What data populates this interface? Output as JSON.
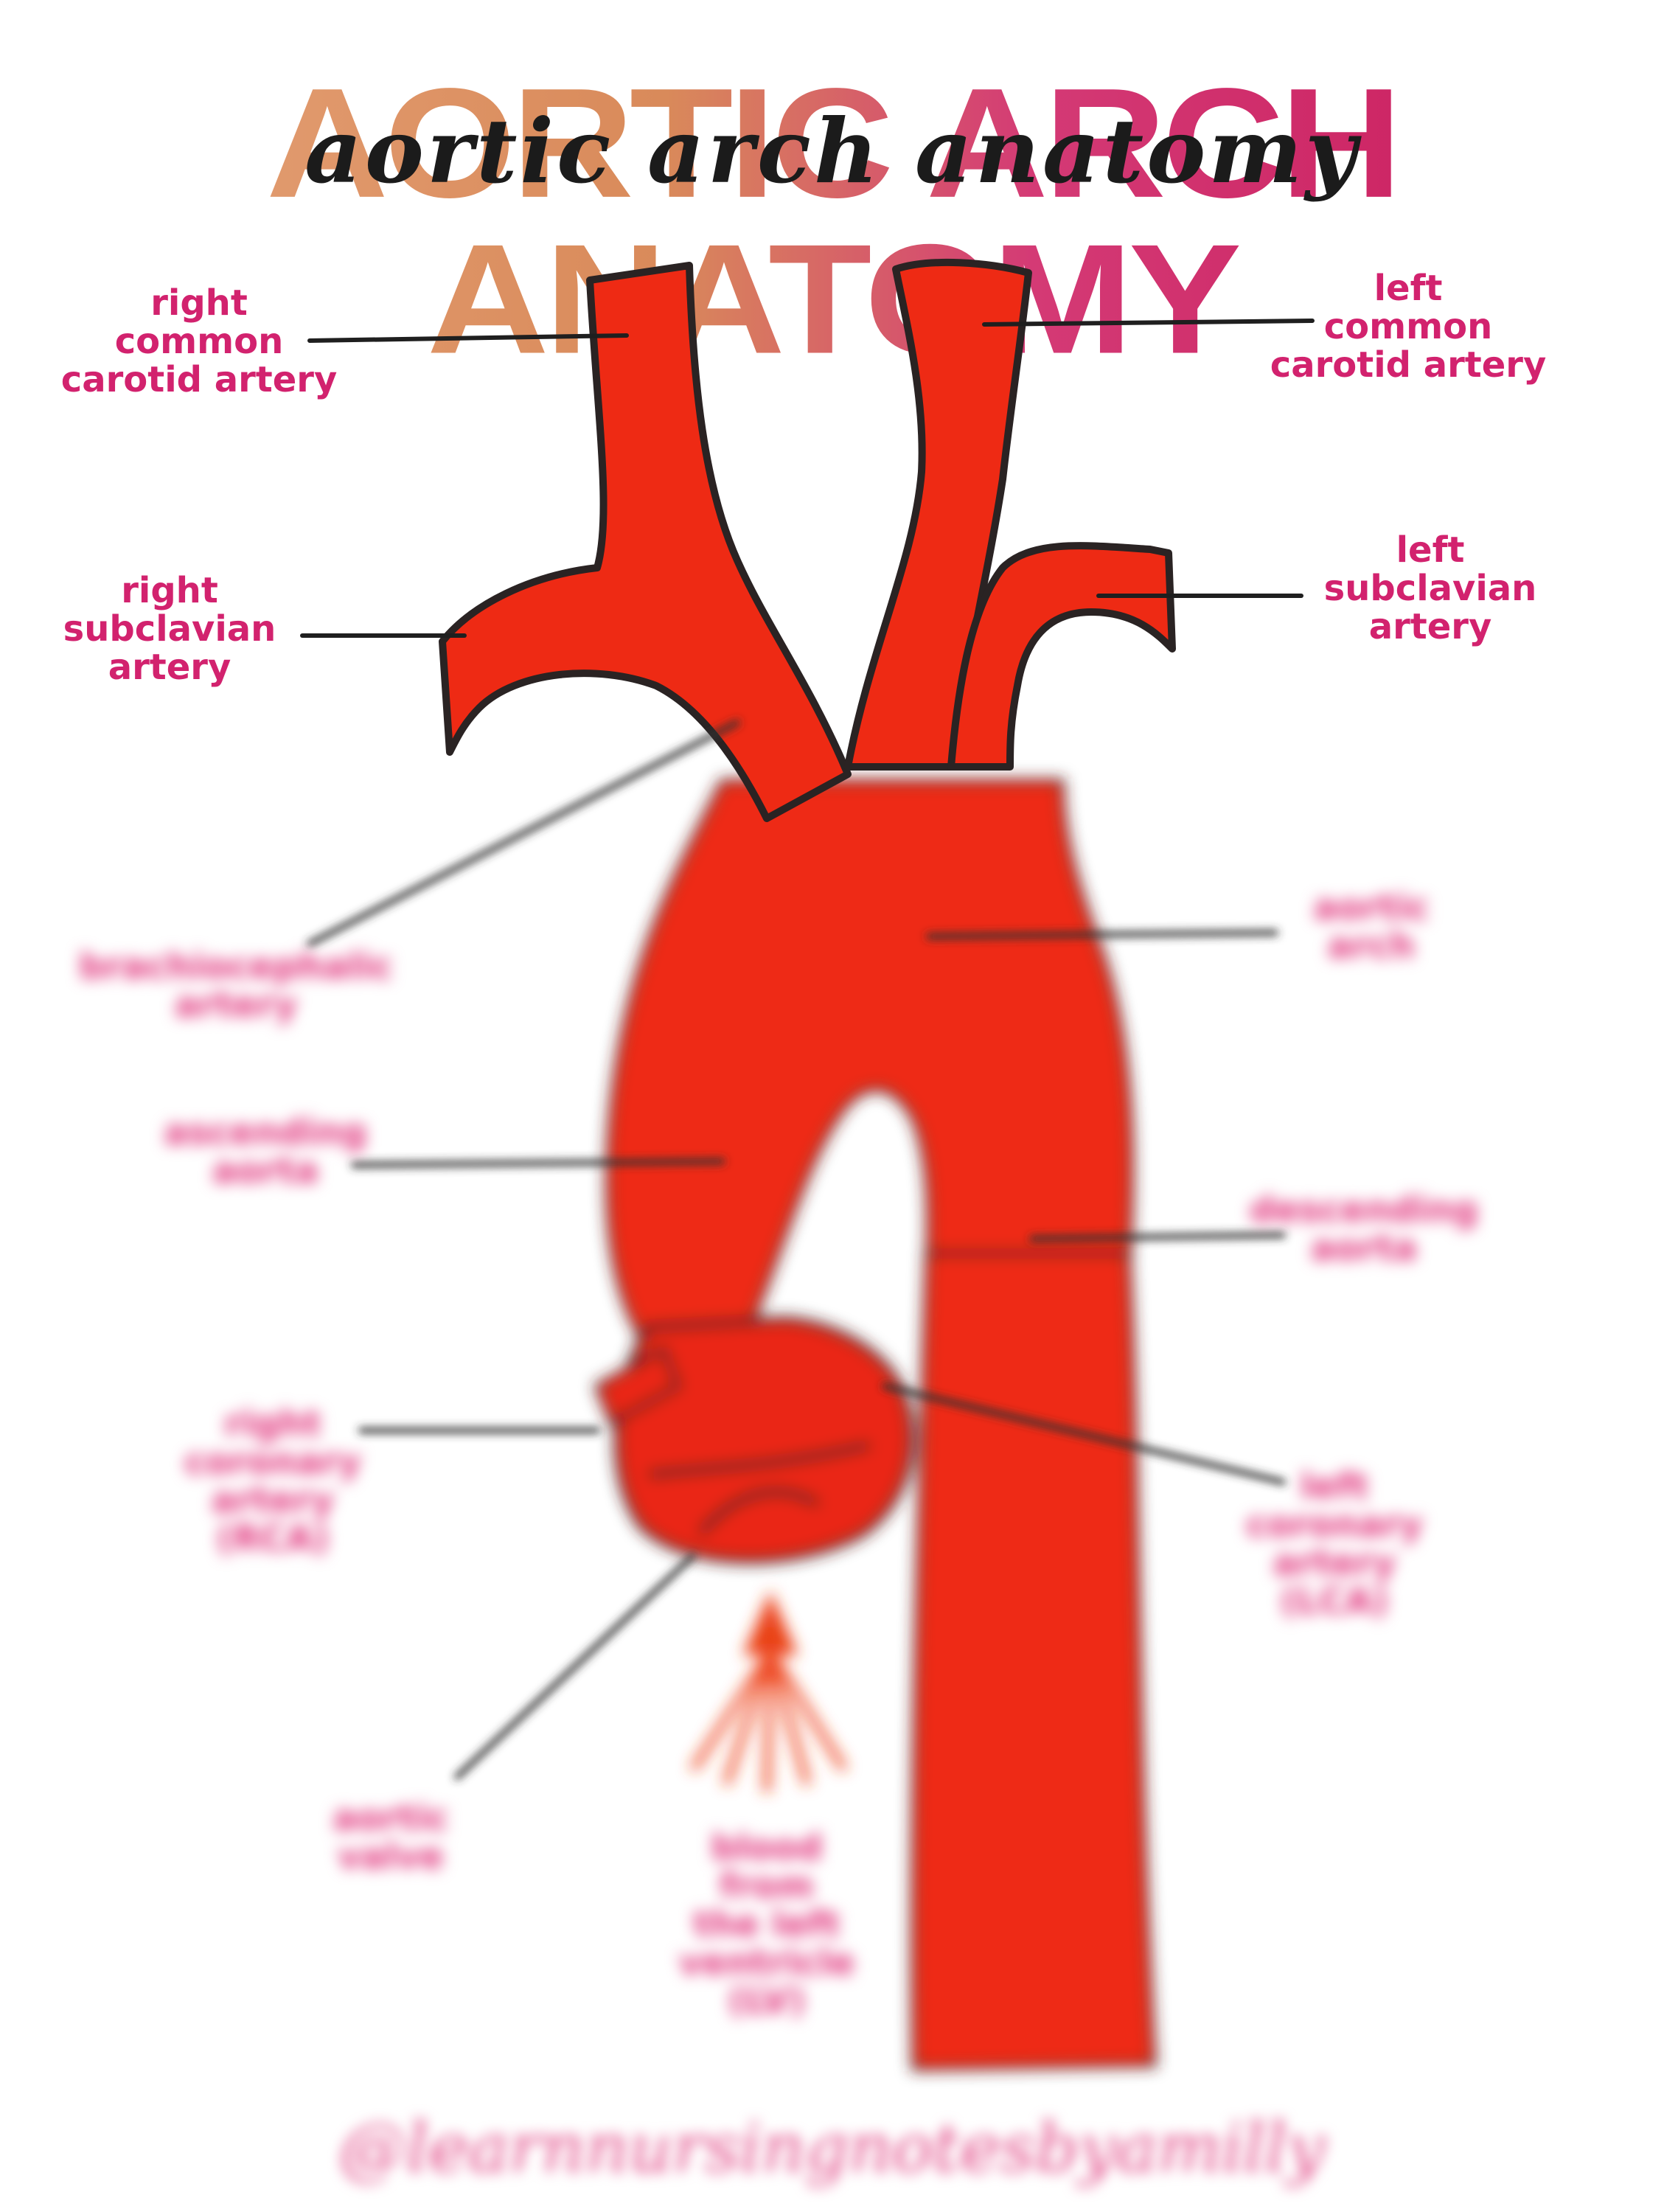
{
  "title": {
    "main": "AORTIC ARCH ANATOMY",
    "script": "aortic arch anatomy"
  },
  "labels": {
    "right_common_carotid": "right\ncommon\ncarotid artery",
    "left_common_carotid": "left\ncommon\ncarotid artery",
    "right_subclavian": "right\nsubclavian\nartery",
    "left_subclavian": "left\nsubclavian\nartery",
    "brachiocephalic": "brachiocephalic\nartery",
    "aortic_arch": "aortic\narch",
    "ascending_aorta": "ascending\naorta",
    "descending_aorta": "descending\naorta",
    "right_coronary": "right\ncoronary\nartery\n(RCA)",
    "left_coronary": "left\ncoronary\nartery\n(LCA)",
    "aortic_valve": "aortic\nvalve",
    "blood_from_lv": "blood\nfrom\nthe left\nventricle\n(LV)"
  },
  "footer": "@learnnursingnotesbyamilly",
  "colors": {
    "artery_red": "#ee2a14",
    "outline": "#2a2323",
    "label_pink": "#d2226e"
  }
}
